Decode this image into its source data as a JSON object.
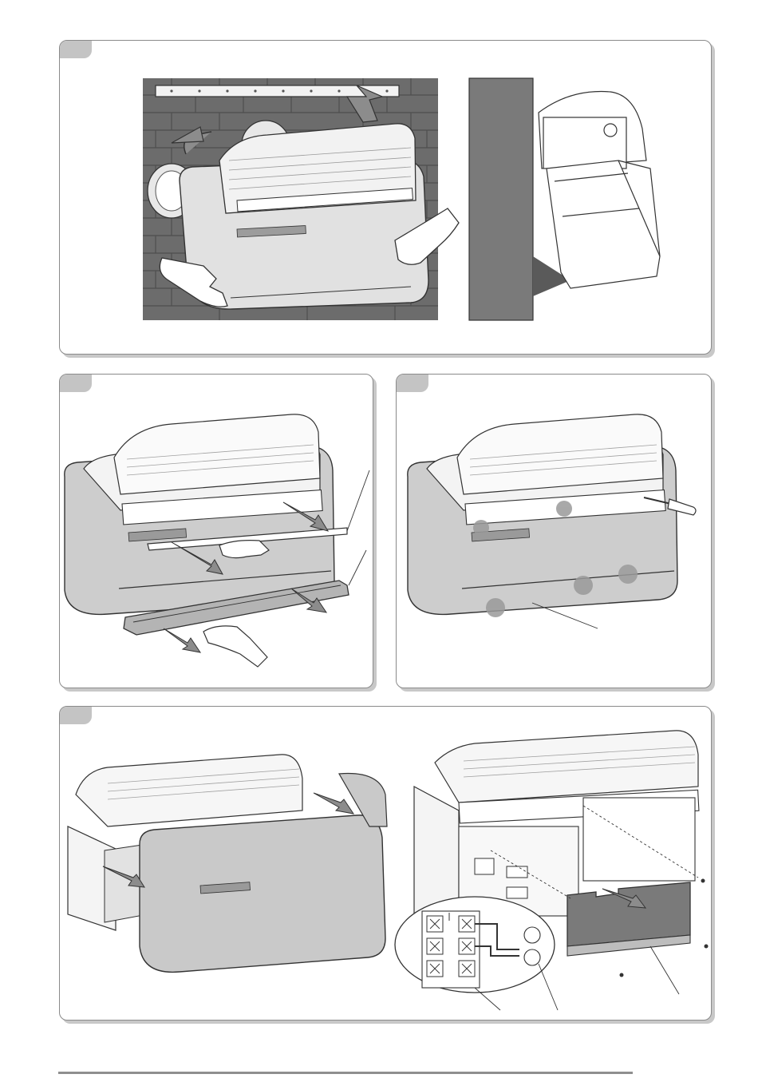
{
  "page": {
    "steps": [
      {
        "id": "step-1",
        "label": ""
      },
      {
        "id": "step-2",
        "label": ""
      },
      {
        "id": "step-3",
        "label": ""
      },
      {
        "id": "step-4",
        "label": ""
      }
    ]
  },
  "colors": {
    "panel_border": "#8a8a8a",
    "tab_fill": "#c4c4c4",
    "unit_grey": "#d3d3d3",
    "front_panel_grey": "#c8c8c8",
    "arrow_grey": "#8c8c8c",
    "wall_dark": "#6a6a6a",
    "line": "#333333"
  },
  "icons": [
    "wall-bracket",
    "air-conditioner-unit",
    "hand-icon",
    "arrow-icon",
    "screwdriver-icon",
    "screw-icon",
    "terminal-block"
  ]
}
